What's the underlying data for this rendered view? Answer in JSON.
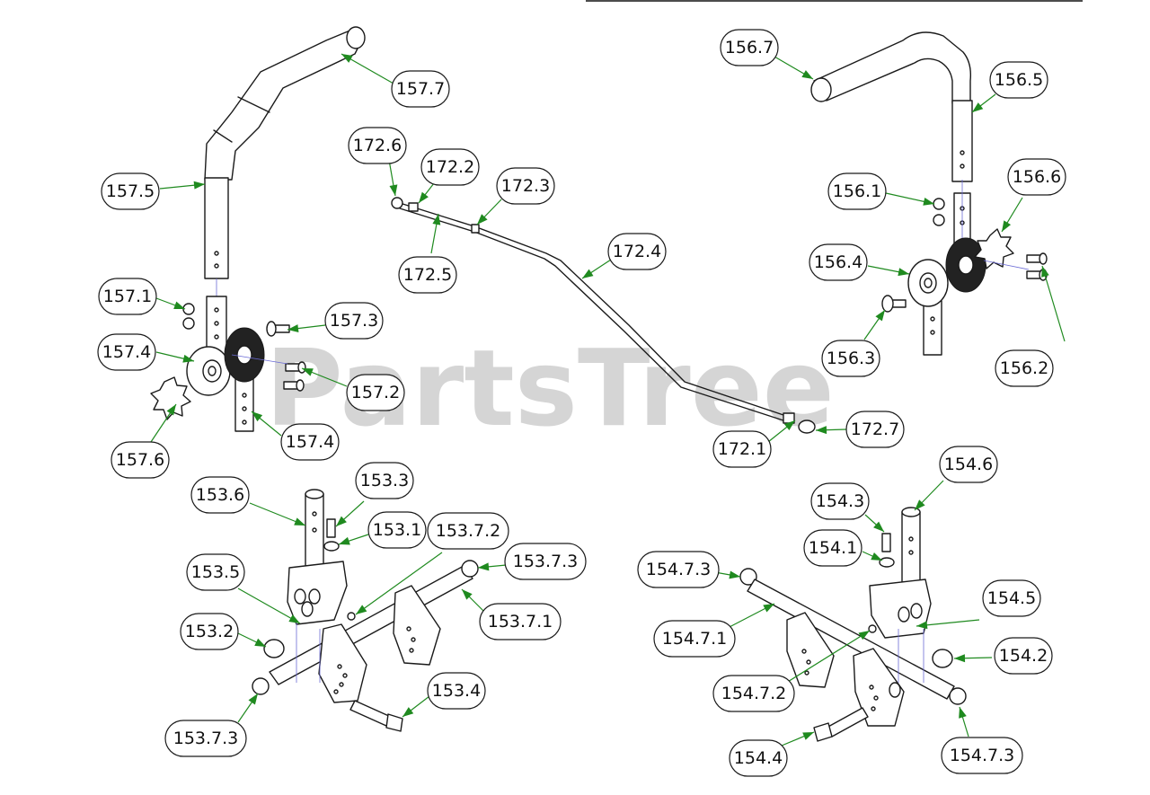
{
  "watermark": "PartsTree",
  "colors": {
    "leader": "#1f8a1f",
    "arrow": "#1f8a1f",
    "center_line": "#6b6bd6",
    "watermark": "#c8c8c8"
  },
  "callouts": [
    {
      "id": "c-157-7",
      "label": "157.7"
    },
    {
      "id": "c-157-5",
      "label": "157.5"
    },
    {
      "id": "c-157-1",
      "label": "157.1"
    },
    {
      "id": "c-157-3",
      "label": "157.3"
    },
    {
      "id": "c-157-4a",
      "label": "157.4"
    },
    {
      "id": "c-157-2",
      "label": "157.2"
    },
    {
      "id": "c-157-4b",
      "label": "157.4"
    },
    {
      "id": "c-157-6",
      "label": "157.6"
    },
    {
      "id": "c-172-6",
      "label": "172.6"
    },
    {
      "id": "c-172-2",
      "label": "172.2"
    },
    {
      "id": "c-172-3",
      "label": "172.3"
    },
    {
      "id": "c-172-4",
      "label": "172.4"
    },
    {
      "id": "c-172-5",
      "label": "172.5"
    },
    {
      "id": "c-172-1",
      "label": "172.1"
    },
    {
      "id": "c-172-7",
      "label": "172.7"
    },
    {
      "id": "c-156-7",
      "label": "156.7"
    },
    {
      "id": "c-156-5",
      "label": "156.5"
    },
    {
      "id": "c-156-1",
      "label": "156.1"
    },
    {
      "id": "c-156-6",
      "label": "156.6"
    },
    {
      "id": "c-156-4",
      "label": "156.4"
    },
    {
      "id": "c-156-3",
      "label": "156.3"
    },
    {
      "id": "c-156-2",
      "label": "156.2"
    },
    {
      "id": "c-153-6",
      "label": "153.6"
    },
    {
      "id": "c-153-3",
      "label": "153.3"
    },
    {
      "id": "c-153-1",
      "label": "153.1"
    },
    {
      "id": "c-153-7-2",
      "label": "153.7.2"
    },
    {
      "id": "c-153-7-3a",
      "label": "153.7.3"
    },
    {
      "id": "c-153-5",
      "label": "153.5"
    },
    {
      "id": "c-153-7-1",
      "label": "153.7.1"
    },
    {
      "id": "c-153-2",
      "label": "153.2"
    },
    {
      "id": "c-153-4",
      "label": "153.4"
    },
    {
      "id": "c-153-7-3b",
      "label": "153.7.3"
    },
    {
      "id": "c-154-6",
      "label": "154.6"
    },
    {
      "id": "c-154-3",
      "label": "154.3"
    },
    {
      "id": "c-154-1",
      "label": "154.1"
    },
    {
      "id": "c-154-7-3a",
      "label": "154.7.3"
    },
    {
      "id": "c-154-5",
      "label": "154.5"
    },
    {
      "id": "c-154-7-1",
      "label": "154.7.1"
    },
    {
      "id": "c-154-2",
      "label": "154.2"
    },
    {
      "id": "c-154-7-2",
      "label": "154.7.2"
    },
    {
      "id": "c-154-4",
      "label": "154.4"
    },
    {
      "id": "c-154-7-3b",
      "label": "154.7.3"
    }
  ]
}
